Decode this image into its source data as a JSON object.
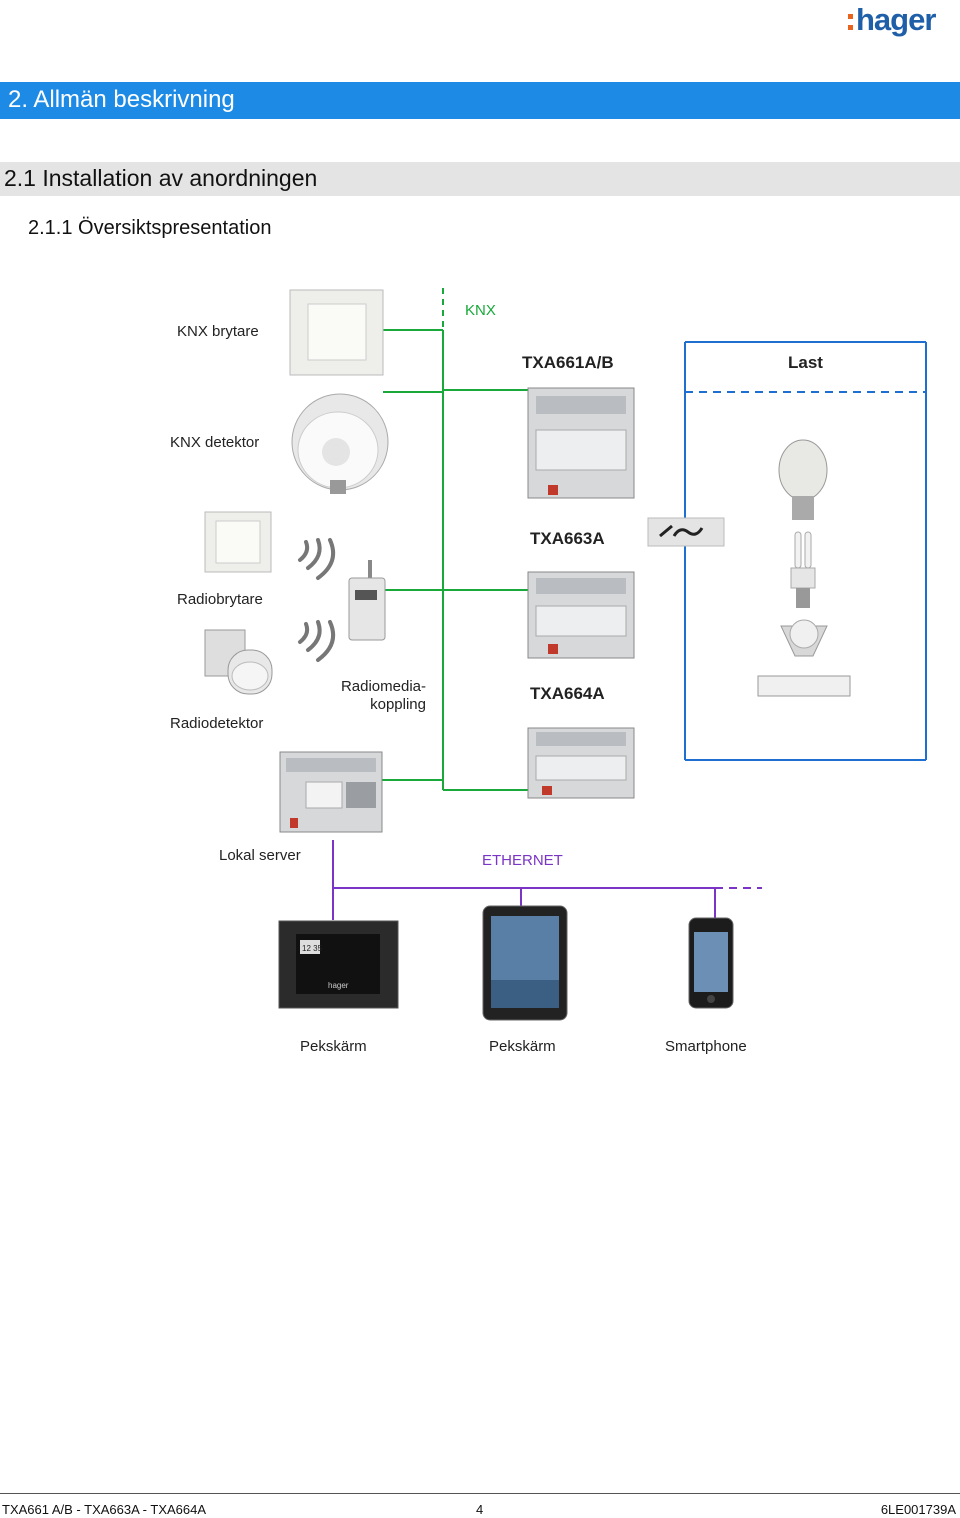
{
  "brand": {
    "logo_text": "hager"
  },
  "section": {
    "h1": "2. Allmän beskrivning",
    "h2": "2.1 Installation av anordningen",
    "h3": "2.1.1 Översiktspresentation"
  },
  "diagram": {
    "knx_label": "KNX",
    "knx_switch": "KNX brytare",
    "knx_detector": "KNX detektor",
    "radio_switch": "Radiobrytare",
    "radio_detector": "Radiodetektor",
    "radio_media": "Radiomedia-\nkoppling",
    "txa661": "TXA661A/B",
    "txa663": "TXA663A",
    "txa664": "TXA664A",
    "load": "Last",
    "local_server": "Lokal server",
    "ethernet": "ETHERNET",
    "touch1": "Pekskärm",
    "touch2": "Pekskärm",
    "smartphone": "Smartphone",
    "touch_logo": "hager",
    "touch_clock": "12 35"
  },
  "colors": {
    "knx_bus": "#19a83a",
    "load_line": "#1e6fd0",
    "ethernet": "#7b35c6",
    "header_blue": "#1d8be6"
  },
  "footer": {
    "left": "TXA661 A/B - TXA663A - TXA664A",
    "page": "4",
    "right": "6LE001739A"
  }
}
